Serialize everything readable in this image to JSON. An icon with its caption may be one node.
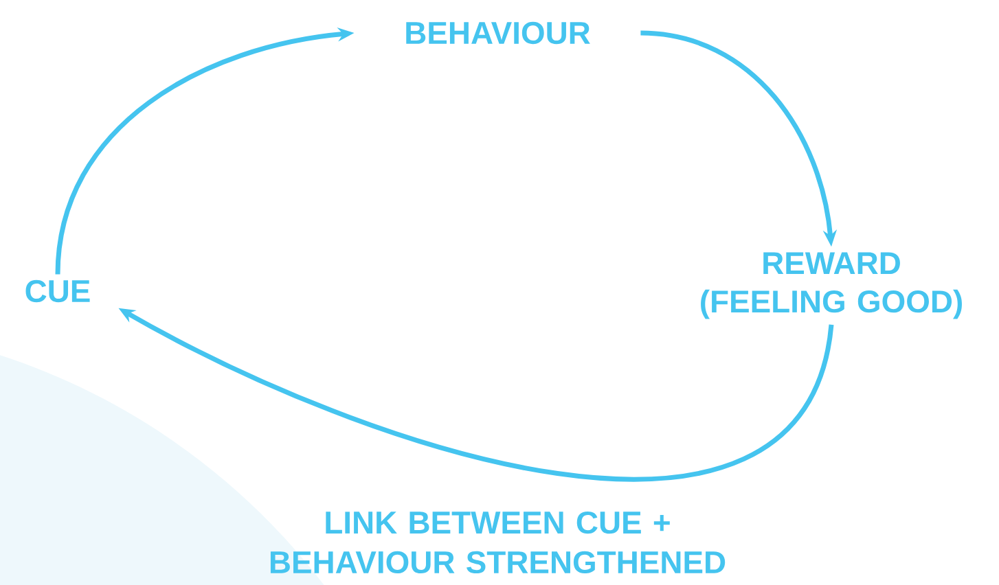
{
  "diagram": {
    "nodes": [
      {
        "text": [
          "BEHAVIOUR"
        ]
      },
      {
        "text": [
          "REWARD (FEELING GOOD)"
        ]
      },
      {
        "text": [
          "CUE"
        ]
      }
    ],
    "edges": [
      {
        "from": 2,
        "to": 0,
        "arrow": "to"
      },
      {
        "from": 0,
        "to": 1,
        "arrow": "to"
      },
      {
        "from": 1,
        "to": 2,
        "arrow": "to"
      }
    ],
    "labels": [
      "LINK BETWEEN CUE + BEHAVIOUR STRENGTHENED"
    ]
  }
}
